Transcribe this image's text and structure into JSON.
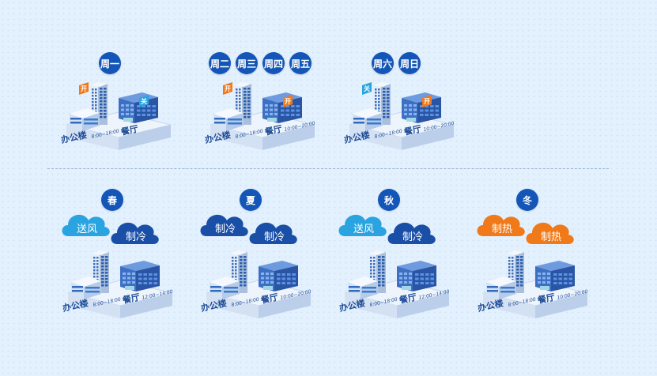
{
  "row1": [
    {
      "days": [
        "周一"
      ],
      "office_label": "办公楼",
      "office_hours": "8:00~18:00",
      "canteen_label": "餐厅",
      "canteen_hours": "",
      "office_tag": "开",
      "canteen_tag": "关"
    },
    {
      "days": [
        "周二",
        "周三",
        "周四",
        "周五"
      ],
      "office_label": "办公楼",
      "office_hours": "8:00~18:00",
      "canteen_label": "餐厅",
      "canteen_hours": "10:00~20:00",
      "office_tag": "开",
      "canteen_tag": "开"
    },
    {
      "days": [
        "周六",
        "周日"
      ],
      "office_label": "办公楼",
      "office_hours": "8:00~18:00",
      "canteen_label": "餐厅",
      "canteen_hours": "10:00~20:00",
      "office_tag": "关",
      "canteen_tag": "开"
    }
  ],
  "row2": [
    {
      "season": "春",
      "cloud1": "送风",
      "cloud2": "制冷",
      "office_label": "办公楼",
      "office_hours": "8:00~18:00",
      "canteen_label": "餐厅",
      "canteen_hours": "12:00~14:00"
    },
    {
      "season": "夏",
      "cloud1": "制冷",
      "cloud2": "制冷",
      "office_label": "办公楼",
      "office_hours": "8:00~18:00",
      "canteen_label": "餐厅",
      "canteen_hours": "10:00~20:00"
    },
    {
      "season": "秋",
      "cloud1": "送风",
      "cloud2": "制冷",
      "office_label": "办公楼",
      "office_hours": "8:00~18:00",
      "canteen_label": "餐厅",
      "canteen_hours": "12:00~14:00"
    },
    {
      "season": "冬",
      "cloud1": "制热",
      "cloud2": "制热",
      "office_label": "办公楼",
      "office_hours": "8:00~18:00",
      "canteen_label": "餐厅",
      "canteen_hours": "10:00~20:00"
    }
  ],
  "colors": {
    "badge": "#1456b8",
    "tag_on": "#f07a1a",
    "tag_off": "#2aa4e0",
    "cloud_fan": "#2aa4e0",
    "cloud_cool": "#1a4fa8",
    "cloud_heat": "#f07a1a"
  }
}
